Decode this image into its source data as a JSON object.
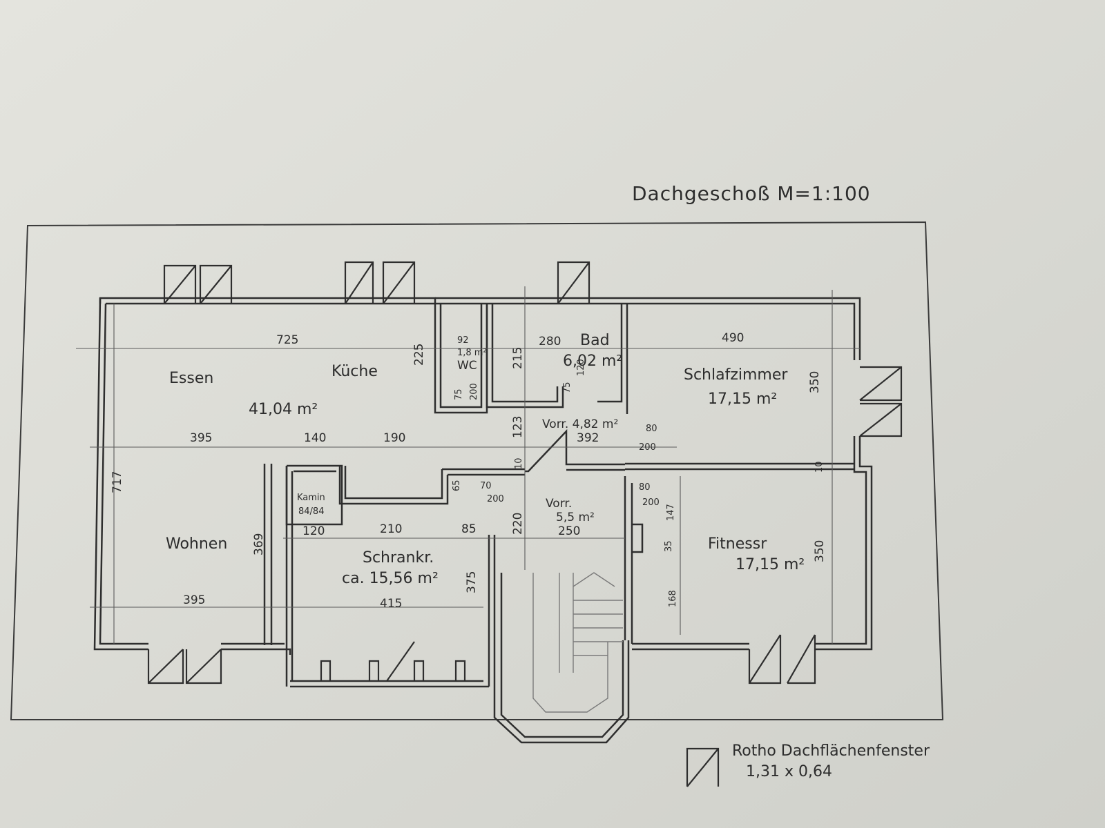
{
  "title": "Dachgeschoß M=1:100",
  "legend": {
    "name": "Rotho Dachflächenfenster",
    "size": "1,31 x 0,64"
  },
  "rooms": {
    "essen": "Essen",
    "kueche": "Küche",
    "kueche_area": "41,04 m²",
    "wc": "WC",
    "wc_area": "1,8 m²",
    "bad": "Bad",
    "bad_area": "6,02 m²",
    "schlafzimmer": "Schlafzimmer",
    "schlafzimmer_area": "17,15 m²",
    "vorr1": "Vorr. 4,82 m²",
    "vorr2": "Vorr.",
    "vorr2_area": "5,5 m²",
    "kamin": "Kamin",
    "kamin_size": "84/84",
    "wohnen": "Wohnen",
    "schrankr": "Schrankr.",
    "schrankr_area": "ca. 15,56 m²",
    "fitness": "Fitnessr",
    "fitness_area": "17,15 m²"
  },
  "dims": {
    "d725": "725",
    "d225": "225",
    "d92": "92",
    "d215": "215",
    "d280": "280",
    "d490": "490",
    "d350a": "350",
    "d395a": "395",
    "d140": "140",
    "d190": "190",
    "d123": "123",
    "d392": "392",
    "d80a": "80",
    "d200a": "200",
    "d717": "717",
    "d10a": "10",
    "d10b": "10",
    "d65": "65",
    "d70": "70",
    "d200b": "200",
    "d220": "220",
    "d250": "250",
    "d80b": "80",
    "d200c": "200",
    "d147": "147",
    "d369": "369",
    "d120": "120",
    "d210": "210",
    "d85": "85",
    "d375": "375",
    "d415": "415",
    "d395b": "395",
    "d35": "35",
    "d168": "168",
    "d350b": "350",
    "d75a": "75",
    "d200d": "200",
    "d75b": "75",
    "d120b": "120"
  }
}
